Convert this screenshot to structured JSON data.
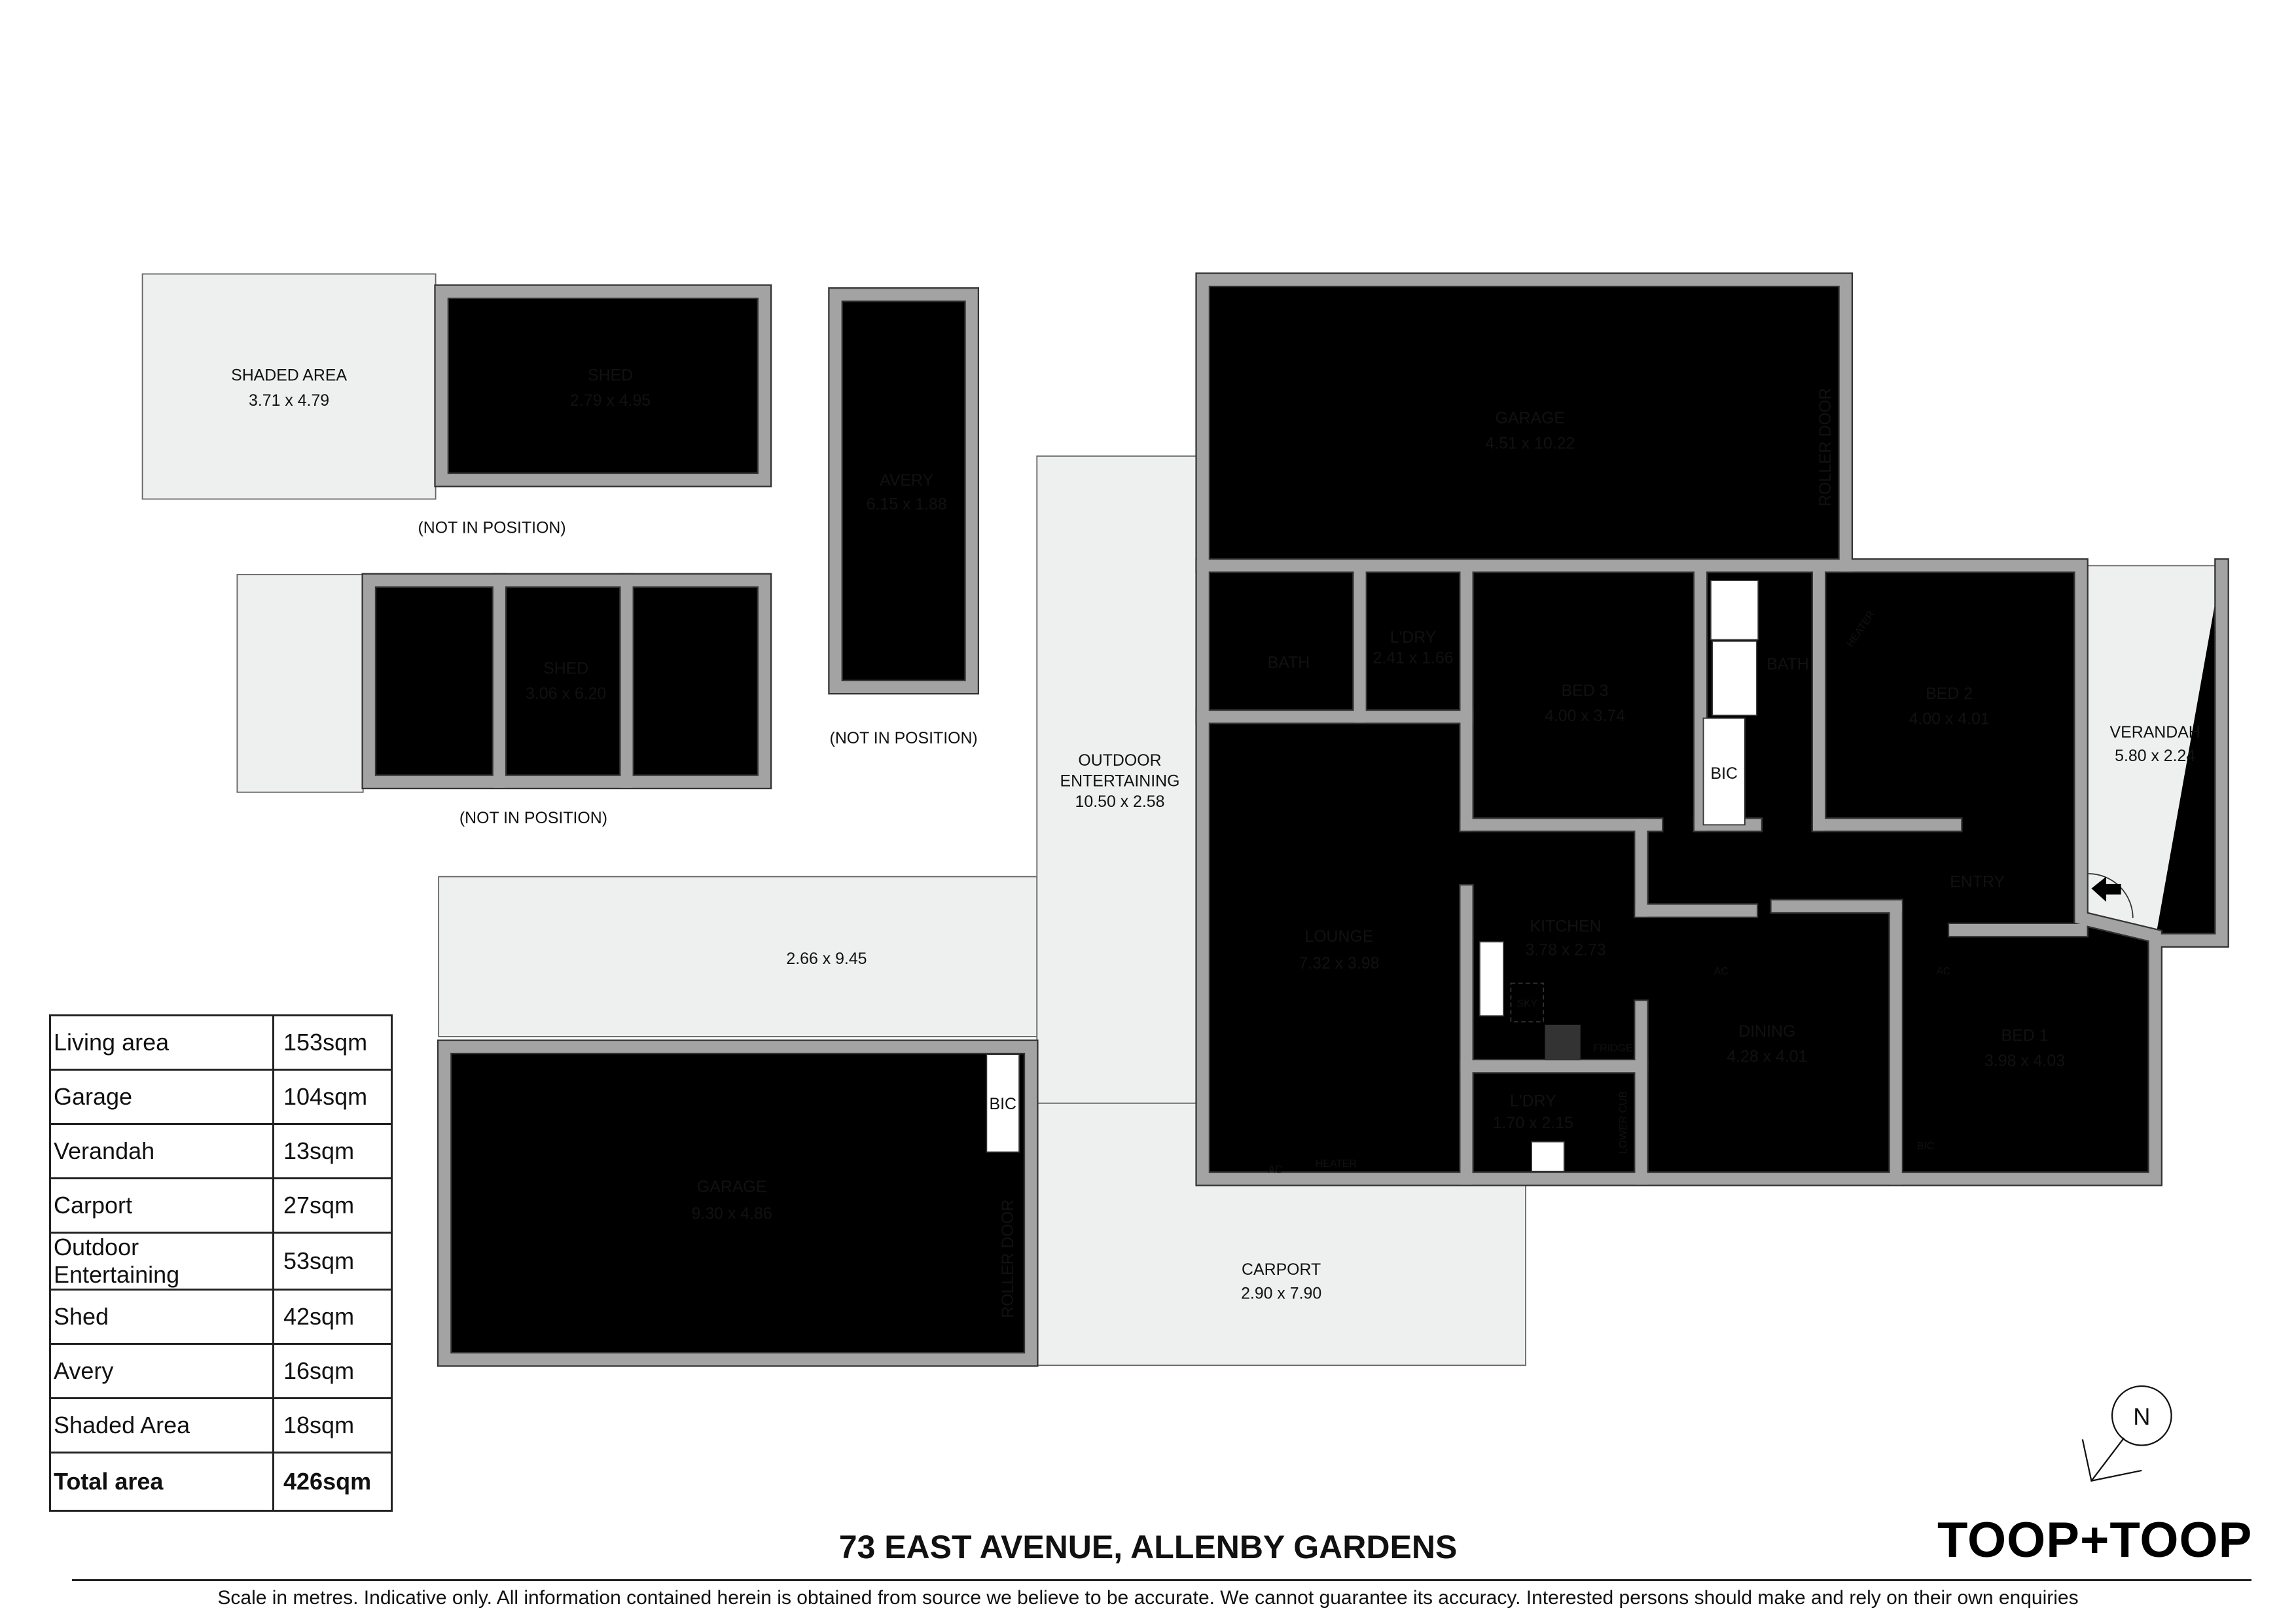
{
  "title": "73 EAST AVENUE, ALLENBY GARDENS",
  "disclaimer": "Scale in metres. Indicative only. All information contained herein is obtained from source we believe to be accurate. We cannot guarantee its accuracy. Interested persons should make and rely on their own enquiries",
  "logo": "TOOP+TOOP",
  "compass": {
    "label": "N",
    "icon": "north-arrow-icon"
  },
  "colors": {
    "wall": "#a3a3a3",
    "shaded": "#eef0ef"
  },
  "rooms": {
    "shaded_area": {
      "name": "SHADED AREA",
      "dims": "3.71 x 4.79"
    },
    "shed1": {
      "name": "SHED",
      "dims": "2.79 x 4.95"
    },
    "shed1_note": "(NOT IN POSITION)",
    "avery": {
      "name": "AVERY",
      "dims": "6.15 x 1.88"
    },
    "avery_note": "(NOT IN POSITION)",
    "shed2": {
      "name": "SHED",
      "dims": "3.06 x 6.20"
    },
    "shed2_note": "(NOT IN POSITION)",
    "patio": {
      "dims": "2.66 x 9.45"
    },
    "garage_rear": {
      "name": "GARAGE",
      "dims": "4.51 x 10.22",
      "door": "ROLLER DOOR"
    },
    "garage_front": {
      "name": "GARAGE",
      "dims": "9.30 x 4.86",
      "door": "ROLLER DOOR",
      "bic": "BIC"
    },
    "outdoor": {
      "name1": "OUTDOOR",
      "name2": "ENTERTAINING",
      "dims": "10.50 x 2.58"
    },
    "carport": {
      "name": "CARPORT",
      "dims": "2.90 x 7.90"
    },
    "bath1": {
      "name": "BATH"
    },
    "ldry1": {
      "name": "L'DRY",
      "dims": "2.41 x 1.66"
    },
    "bed3": {
      "name": "BED 3",
      "dims": "4.00 x 3.74"
    },
    "bath2": {
      "name": "BATH"
    },
    "bic_hall": {
      "name": "BIC"
    },
    "bed2": {
      "name": "BED 2",
      "dims": "4.00 x 4.01",
      "heater": "HEATER"
    },
    "verandah": {
      "name": "VERANDAH",
      "dims": "5.80 x 2.24"
    },
    "entry": {
      "name": "ENTRY"
    },
    "lounge": {
      "name": "LOUNGE",
      "dims": "7.32 x 3.98",
      "ac": "AC",
      "heater": "HEATER"
    },
    "kitchen": {
      "name": "KITCHEN",
      "dims": "3.78 x 2.73",
      "sky": "SKY",
      "fridge": "FRIDGE"
    },
    "ldry2": {
      "name": "L'DRY",
      "dims": "1.70 x 2.15",
      "cub": "LOWER CUB"
    },
    "dining": {
      "name": "DINING",
      "dims": "4.28 x 4.01",
      "ac": "AC"
    },
    "bed1": {
      "name": "BED 1",
      "dims": "3.98 x 4.03",
      "ac": "AC",
      "bic": "BIC"
    }
  },
  "areas": [
    {
      "label": "Living area",
      "value": "153sqm"
    },
    {
      "label": "Garage",
      "value": "104sqm"
    },
    {
      "label": "Verandah",
      "value": "13sqm"
    },
    {
      "label": "Carport",
      "value": "27sqm"
    },
    {
      "label": "Outdoor Entertaining",
      "value": "53sqm"
    },
    {
      "label": "Shed",
      "value": "42sqm"
    },
    {
      "label": "Avery",
      "value": "16sqm"
    },
    {
      "label": "Shaded Area",
      "value": "18sqm"
    }
  ],
  "total": {
    "label": "Total area",
    "value": "426sqm"
  }
}
